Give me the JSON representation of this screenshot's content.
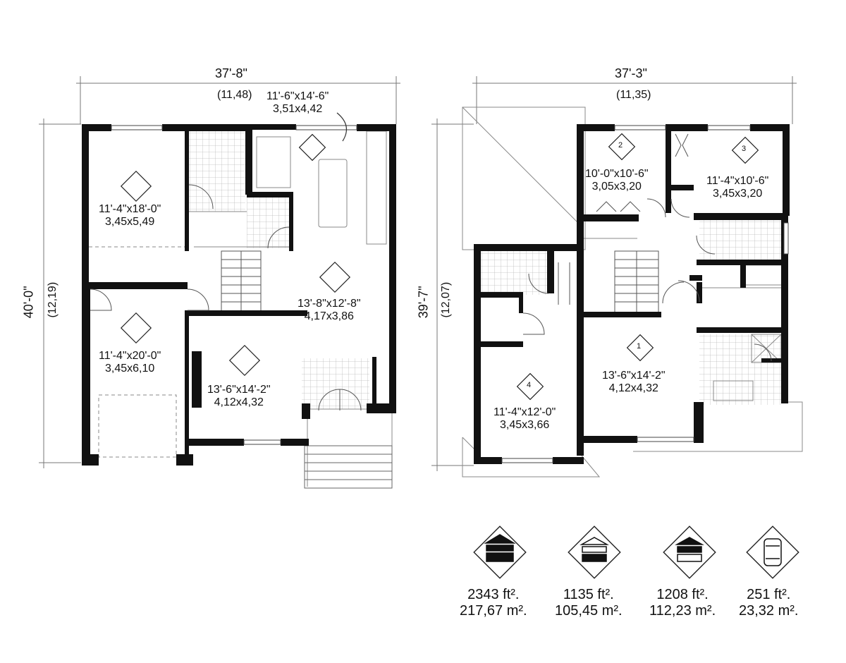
{
  "dimensions": {
    "ground_width_imperial": "37'-8\"",
    "ground_width_metric": "(11,48)",
    "ground_depth_imperial": "40'-0\"",
    "ground_depth_metric": "(12,19)",
    "upper_width_imperial": "37'-3\"",
    "upper_width_metric": "(11,35)",
    "upper_depth_imperial": "39'-7\"",
    "upper_depth_metric": "(12,07)"
  },
  "ground_floor_rooms": [
    {
      "imperial": "11'-6\"x14'-6\"",
      "metric": "3,51x4,42",
      "icon": "kitchen-icon"
    },
    {
      "imperial": "11'-4\"x18'-0\"",
      "metric": "3,45x5,49",
      "icon": "office-icon"
    },
    {
      "imperial": "13'-8\"x12'-8\"",
      "metric": "4,17x3,86",
      "icon": "dining-icon"
    },
    {
      "imperial": "11'-4\"x20'-0\"",
      "metric": "3,45x6,10",
      "icon": "garage-icon"
    },
    {
      "imperial": "13'-6\"x14'-2\"",
      "metric": "4,12x4,32",
      "icon": "living-icon"
    }
  ],
  "upper_floor_rooms": [
    {
      "imperial": "10'-0\"x10'-6\"",
      "metric": "3,05x3,20",
      "number": "2"
    },
    {
      "imperial": "11'-4\"x10'-6\"",
      "metric": "3,45x3,20",
      "number": "3"
    },
    {
      "imperial": "13'-6\"x14'-2\"",
      "metric": "4,12x4,32",
      "number": "1"
    },
    {
      "imperial": "11'-4\"x12'-0\"",
      "metric": "3,45x3,66",
      "number": "4"
    }
  ],
  "areas": [
    {
      "imperial": "2343 ft².",
      "metric": "217,67 m².",
      "icon": "house-total-icon"
    },
    {
      "imperial": "1135 ft².",
      "metric": "105,45 m².",
      "icon": "ground-floor-icon"
    },
    {
      "imperial": "1208 ft².",
      "metric": "112,23 m².",
      "icon": "upper-floor-icon"
    },
    {
      "imperial": "251 ft².",
      "metric": "23,32 m².",
      "icon": "garage-car-icon"
    }
  ],
  "colors": {
    "wall": "#111111",
    "line": "#888888",
    "tile": "#bbbbbb"
  }
}
